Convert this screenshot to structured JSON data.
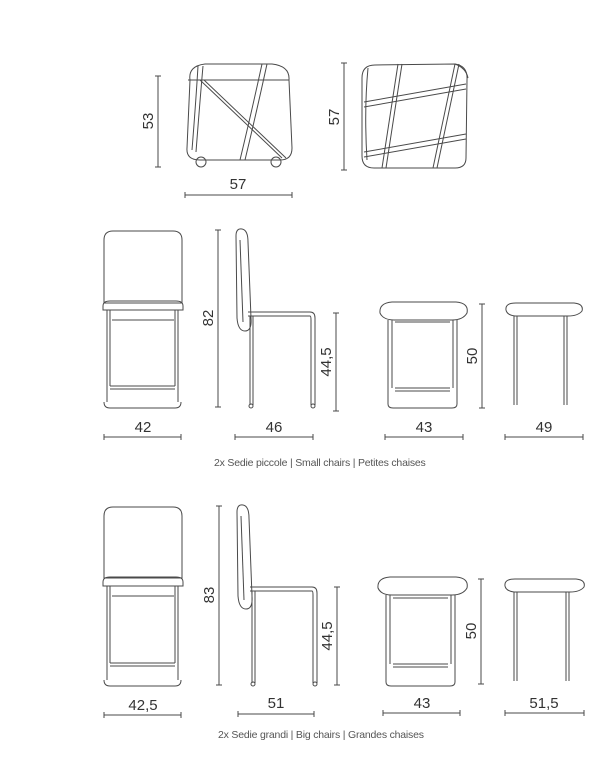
{
  "pouf": {
    "front_view": {
      "height": "53",
      "width": "57"
    },
    "top_view": {
      "depth": "57"
    }
  },
  "small_chairs": {
    "front_width": "42",
    "side_height": "82",
    "side_depth": "46",
    "seat_height": "44,5",
    "stool_front_width": "43",
    "stool_height": "50",
    "stool_side_depth": "49",
    "caption": "2x Sedie piccole | Small chairs | Petites chaises"
  },
  "big_chairs": {
    "front_width": "42,5",
    "side_height": "83",
    "side_depth": "51",
    "seat_height": "44,5",
    "stool_front_width": "43",
    "stool_height": "50",
    "stool_side_depth": "51,5",
    "caption": "2x Sedie grandi | Big chairs | Grandes chaises"
  },
  "colors": {
    "line": "#444444",
    "text": "#333333",
    "caption": "#555555"
  }
}
